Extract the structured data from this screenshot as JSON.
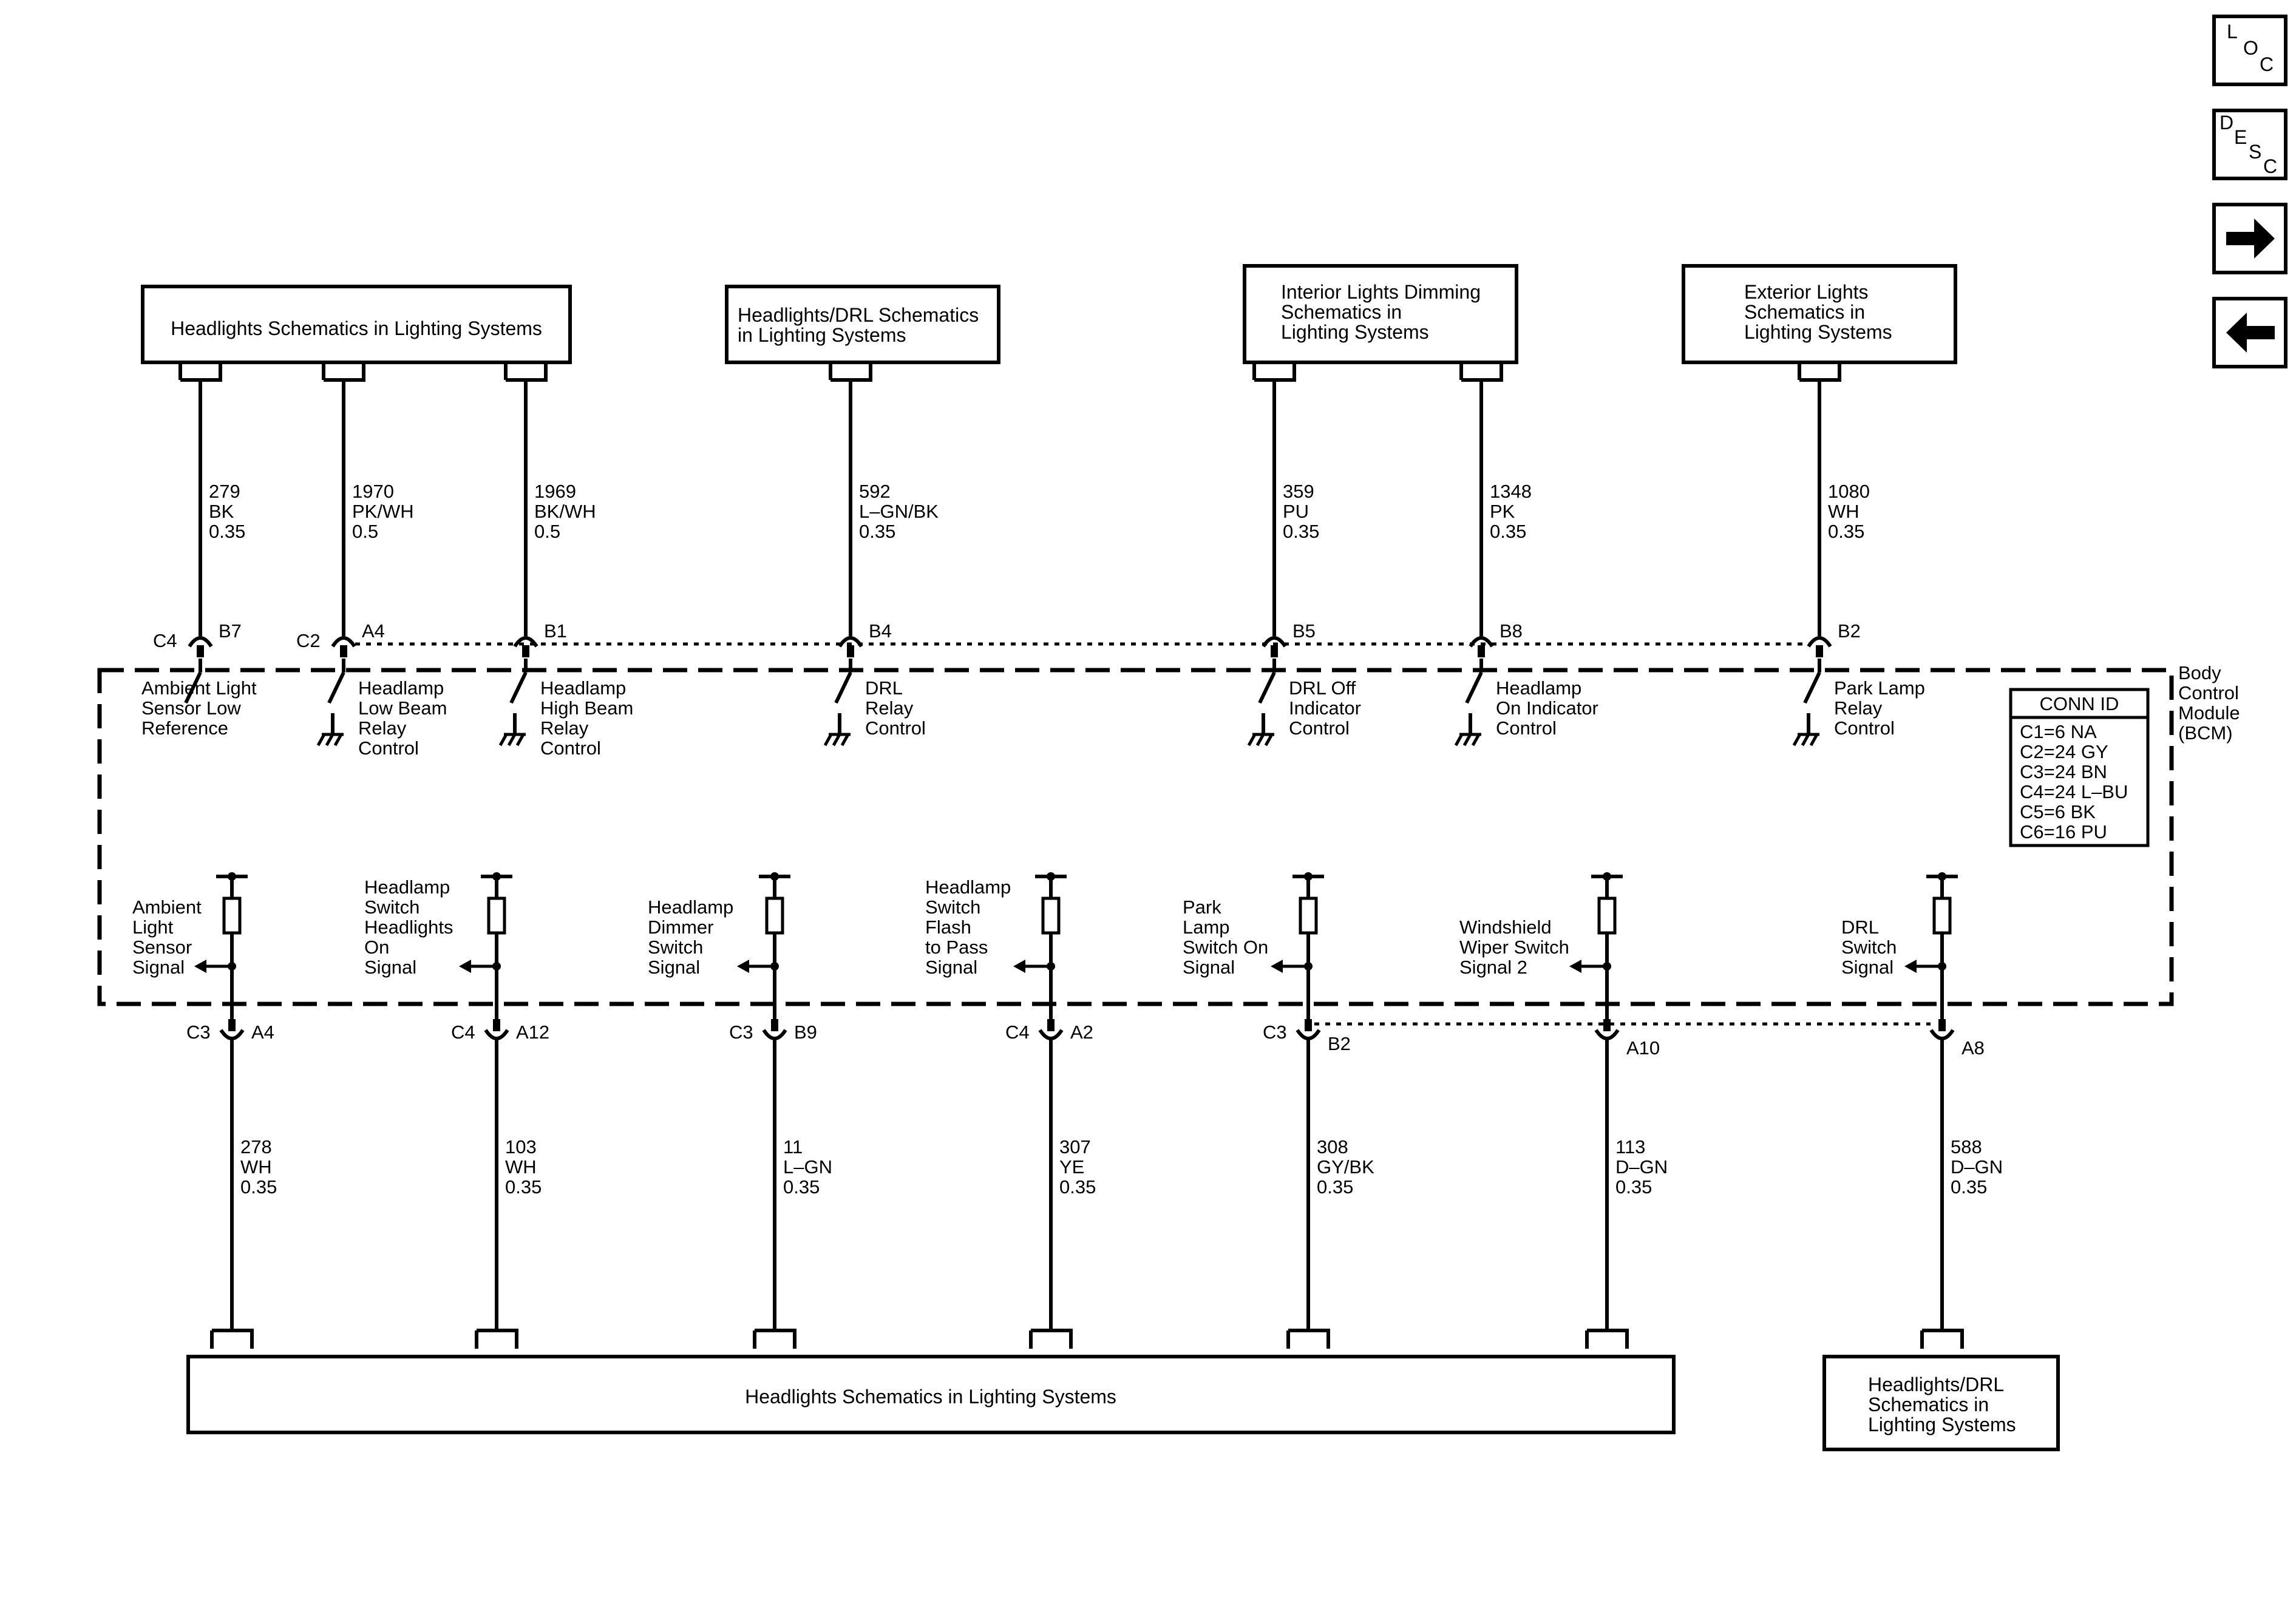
{
  "nav": {
    "loc": [
      "L",
      "O",
      "C"
    ],
    "desc": [
      "D",
      "E",
      "S",
      "C"
    ],
    "forward_icon": "arrow-right-icon",
    "back_icon": "arrow-left-icon"
  },
  "top_boxes": [
    {
      "lines": [
        "Headlights Schematics in Lighting Systems"
      ]
    },
    {
      "lines": [
        "Headlights/DRL Schematics",
        "in Lighting Systems"
      ]
    },
    {
      "lines": [
        "Interior Lights Dimming",
        "Schematics in",
        "Lighting Systems"
      ]
    },
    {
      "lines": [
        "Exterior Lights",
        "Schematics in",
        "Lighting Systems"
      ]
    }
  ],
  "bottom_boxes": [
    {
      "lines": [
        "Headlights Schematics in Lighting Systems"
      ]
    },
    {
      "lines": [
        "Headlights/DRL",
        "Schematics in",
        "Lighting Systems"
      ]
    }
  ],
  "module": {
    "lines": [
      "Body",
      "Control",
      "Module",
      "(BCM)"
    ]
  },
  "conn_id": {
    "title": "CONN ID",
    "rows": [
      "C1=6 NA",
      "C2=24 GY",
      "C3=24 BN",
      "C4=24 L–BU",
      "C5=6 BK",
      "C6=16 PU"
    ]
  },
  "top_circuits": [
    {
      "wire": [
        "279",
        "BK",
        "0.35"
      ],
      "conn": "C4",
      "pin": "B7",
      "func": [
        "Ambient Light",
        "Sensor Low",
        "Reference"
      ]
    },
    {
      "wire": [
        "1970",
        "PK/WH",
        "0.5"
      ],
      "conn": "C2",
      "pin": "A4",
      "func": [
        "Headlamp",
        "Low Beam",
        "Relay",
        "Control"
      ]
    },
    {
      "wire": [
        "1969",
        "BK/WH",
        "0.5"
      ],
      "conn": "",
      "pin": "B1",
      "func": [
        "Headlamp",
        "High Beam",
        "Relay",
        "Control"
      ]
    },
    {
      "wire": [
        "592",
        "L–GN/BK",
        "0.35"
      ],
      "conn": "",
      "pin": "B4",
      "func": [
        "DRL",
        "Relay",
        "Control"
      ]
    },
    {
      "wire": [
        "359",
        "PU",
        "0.35"
      ],
      "conn": "",
      "pin": "B5",
      "func": [
        "DRL Off",
        "Indicator",
        "Control"
      ]
    },
    {
      "wire": [
        "1348",
        "PK",
        "0.35"
      ],
      "conn": "",
      "pin": "B8",
      "func": [
        "Headlamp",
        "On Indicator",
        "Control"
      ]
    },
    {
      "wire": [
        "1080",
        "WH",
        "0.35"
      ],
      "conn": "",
      "pin": "B2",
      "func": [
        "Park Lamp",
        "Relay",
        "Control"
      ]
    }
  ],
  "bottom_circuits": [
    {
      "func": [
        "Ambient",
        "Light",
        "Sensor",
        "Signal"
      ],
      "conn": "C3",
      "pin": "A4",
      "wire": [
        "278",
        "WH",
        "0.35"
      ]
    },
    {
      "func": [
        "Headlamp",
        "Switch",
        "Headlights",
        "On",
        "Signal"
      ],
      "conn": "C4",
      "pin": "A12",
      "wire": [
        "103",
        "WH",
        "0.35"
      ]
    },
    {
      "func": [
        "Headlamp",
        "Dimmer",
        "Switch",
        "Signal"
      ],
      "conn": "C3",
      "pin": "B9",
      "wire": [
        "11",
        "L–GN",
        "0.35"
      ]
    },
    {
      "func": [
        "Headlamp",
        "Switch",
        "Flash",
        "to Pass",
        "Signal"
      ],
      "conn": "C4",
      "pin": "A2",
      "wire": [
        "307",
        "YE",
        "0.35"
      ]
    },
    {
      "func": [
        "Park",
        "Lamp",
        "Switch On",
        "Signal"
      ],
      "conn": "C3",
      "pin": "B2",
      "wire": [
        "308",
        "GY/BK",
        "0.35"
      ]
    },
    {
      "func": [
        "Windshield",
        "Wiper Switch",
        "Signal 2"
      ],
      "conn": "",
      "pin": "A10",
      "wire": [
        "113",
        "D–GN",
        "0.35"
      ]
    },
    {
      "func": [
        "DRL",
        "Switch",
        "Signal"
      ],
      "conn": "",
      "pin": "A8",
      "wire": [
        "588",
        "D–GN",
        "0.35"
      ]
    }
  ]
}
